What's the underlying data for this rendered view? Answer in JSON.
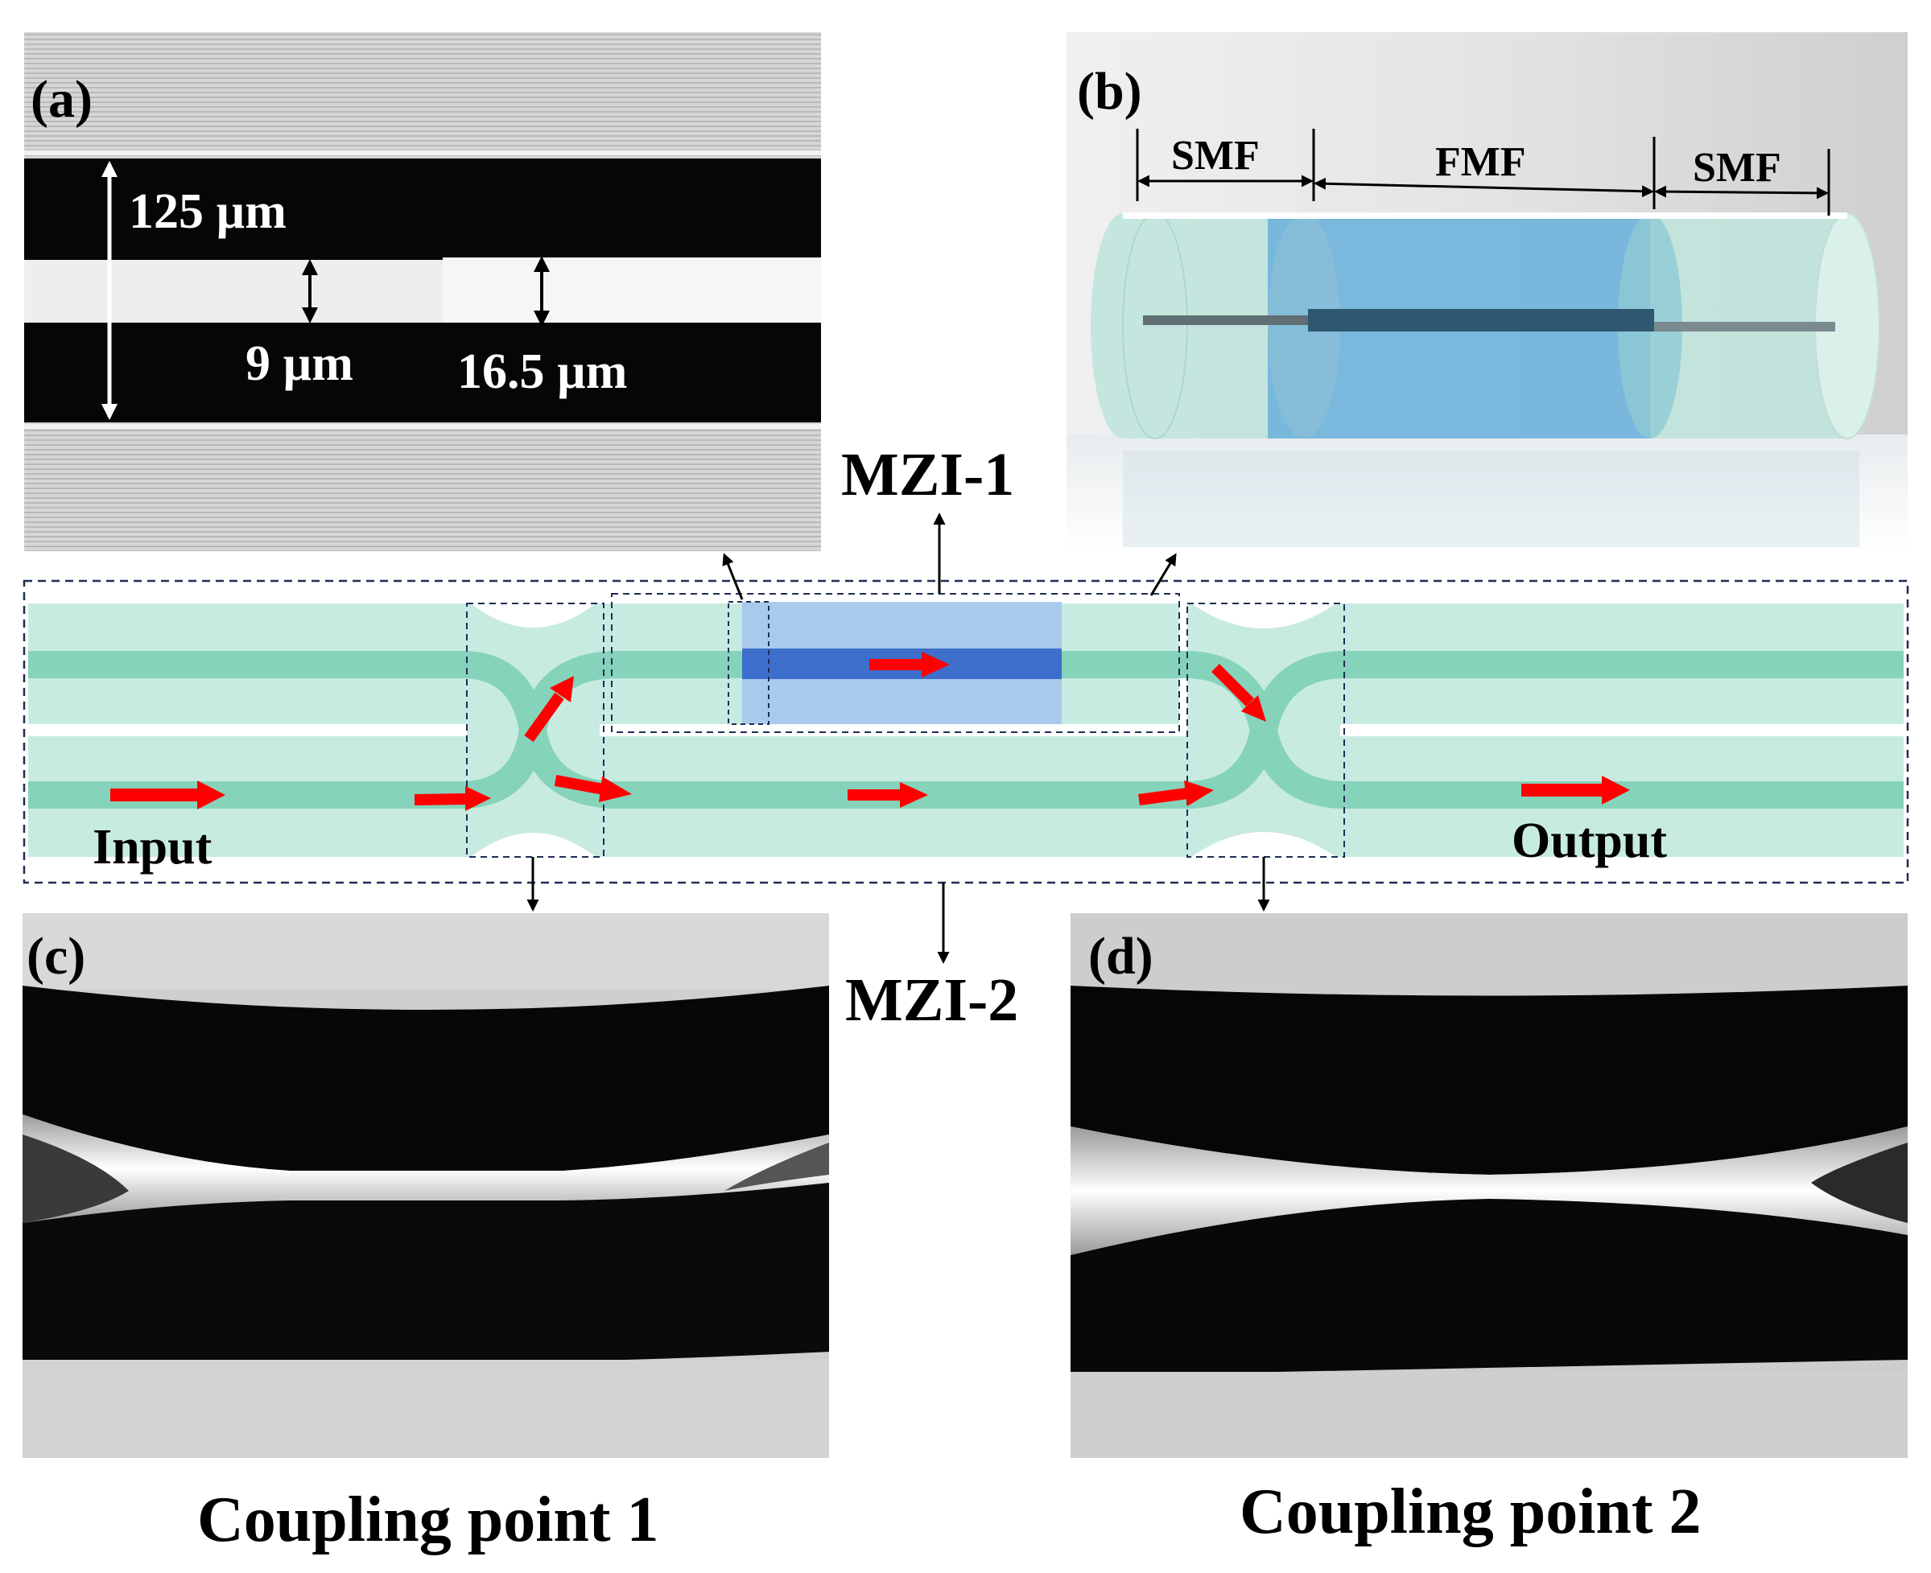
{
  "panels": {
    "a": {
      "label": "(a)",
      "dim_cladding": "125 µm",
      "dim_core_smf": "9 µm",
      "dim_core_fmf": "16.5 µm"
    },
    "b": {
      "label": "(b)",
      "segment_left": "SMF",
      "segment_middle": "FMF",
      "segment_right": "SMF"
    },
    "c": {
      "label": "(c)",
      "caption": "Coupling point 1"
    },
    "d": {
      "label": "(d)",
      "caption": "Coupling point  2"
    }
  },
  "schematic": {
    "mzi_upper": "MZI-1",
    "mzi_lower": "MZI-2",
    "input_label": "Input",
    "output_label": "Output"
  },
  "colors": {
    "cladding": "#c8ebe1",
    "core": "#86d3bb",
    "fmf_region": "#a4c7ec",
    "fmf_core": "#3e6ecb",
    "arrow": "#ff0000",
    "box_border": "#1f2d55"
  }
}
